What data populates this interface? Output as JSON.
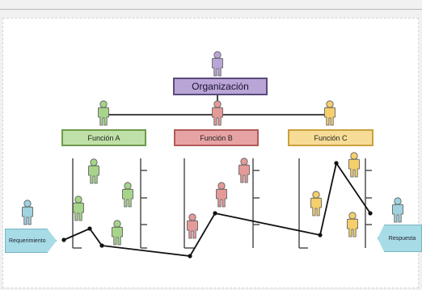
{
  "diagram": {
    "organization": "Organización",
    "functions": [
      "Función A",
      "Función B",
      "Función C"
    ],
    "input_label": "Requerimiento",
    "output_label": "Respuesta"
  },
  "colors": {
    "organization": "#b9a6d6",
    "function_a": "#bfe0a6",
    "function_b": "#e7a3a3",
    "function_c": "#f7dc96",
    "person_neutral": "#b9a6d6",
    "person_flow": "#9fd3df",
    "process_line": "#111111"
  },
  "icons": [
    "person-icon"
  ]
}
